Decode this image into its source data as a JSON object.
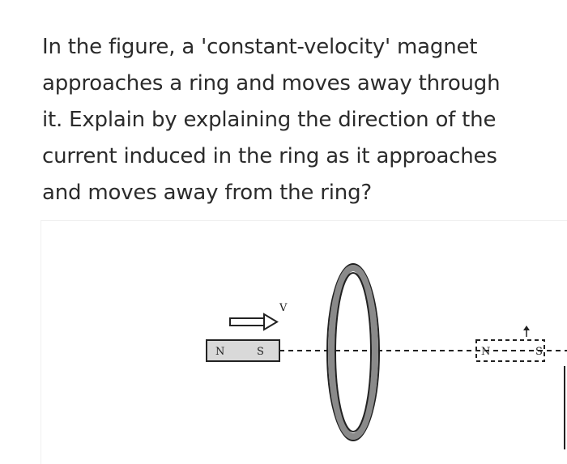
{
  "question": {
    "lines": [
      "In the figure, a 'constant-velocity' magnet",
      "approaches a ring and moves away through",
      "it.  Explain by explaining the direction of the",
      "current induced in the ring as it approaches",
      "and moves away from the ring?"
    ]
  },
  "figure": {
    "velocity_label": "V",
    "magnet_left": {
      "north": "N",
      "south": "S"
    },
    "magnet_right": {
      "north": "N",
      "south": "S"
    }
  }
}
